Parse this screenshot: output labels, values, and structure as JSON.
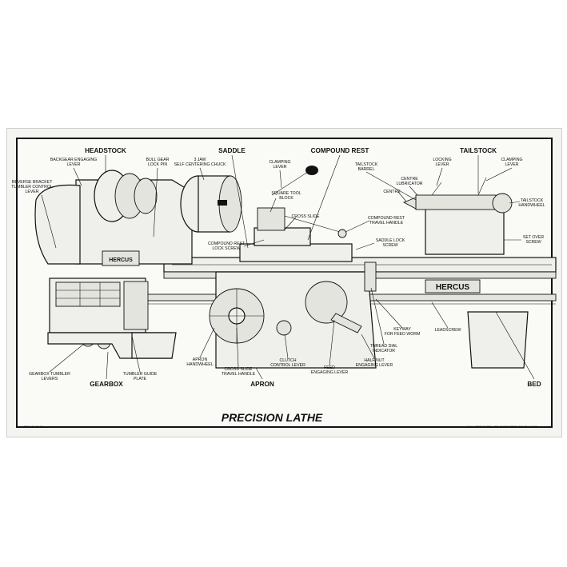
{
  "title": "PRECISION LATHE",
  "footer_right": "F.W. HERCUS PTY. LTD. THEBARTON SOUTH AUST.",
  "footer_left": "PR/L-S1 25-66",
  "brand": "HERCUS",
  "section_labels": {
    "headstock": "HEADSTOCK",
    "saddle": "SADDLE",
    "compound_rest": "COMPOUND REST",
    "tailstock": "TAILSTOCK",
    "gearbox": "GEARBOX",
    "apron": "APRON",
    "bed": "BED"
  },
  "callouts": {
    "backgear_engaging_lever": [
      "BACKGEAR ENGAGING",
      "LEVER"
    ],
    "bull_gear_lock_pin": [
      "BULL GEAR",
      "LOCK PIN"
    ],
    "self_centering_chuck": [
      "3 JAW",
      "SELF CENTERING CHUCK"
    ],
    "reverse_bracket": [
      "REVERSE BRACKET",
      "TUMBLER CONTROL",
      "LEVER"
    ],
    "clamping_lever_top": [
      "CLAMPING",
      "LEVER"
    ],
    "square_tool_block": [
      "SQUARE TOOL",
      "BLOCK"
    ],
    "cross_slide": [
      "CROSS SLIDE"
    ],
    "compound_rest_lock_screw": [
      "COMPOUND REST",
      "LOCK SCREW"
    ],
    "tailstock_barrel": [
      "TAILSTOCK",
      "BARREL"
    ],
    "centre_lubricator": [
      "CENTRE",
      "LUBRICATOR"
    ],
    "centre": [
      "CENTRE"
    ],
    "locking_lever": [
      "LOCKING",
      "LEVER"
    ],
    "clamping_lever_right": [
      "CLAMPING",
      "LEVER"
    ],
    "tailstock_handwheel": [
      "TAILSTOCK",
      "HANDWHEEL"
    ],
    "compound_rest_travel_handle": [
      "COMPOUND REST",
      "TRAVEL HANDLE"
    ],
    "saddle_lock_screw": [
      "SADDLE LOCK",
      "SCREW"
    ],
    "set_over_screw": [
      "SET OVER",
      "SCREW"
    ],
    "keyway_for_feed_worm": [
      "KEYWAY",
      "FOR FEED WORM"
    ],
    "leadscrew": [
      "LEADSCREW"
    ],
    "thread_dial_indicator": [
      "THREAD DIAL",
      "INDICATOR"
    ],
    "half_nut_engaging_lever": [
      "HALF NUT",
      "ENGAGING LEVER"
    ],
    "feed_engaging_lever": [
      "FEED",
      "ENGAGING LEVER"
    ],
    "clutch_control_lever": [
      "CLUTCH",
      "CONTROL LEVER"
    ],
    "cross_slide_travel_handle": [
      "CROSS SLIDE",
      "TRAVEL HANDLE"
    ],
    "apron_handwheel": [
      "APRON",
      "HANDWHEEL"
    ],
    "tumbler_guide_plate": [
      "TUMBLER GUIDE",
      "PLATE"
    ],
    "gearbox_tumbler_levers": [
      "GEARBOX TUMBLER",
      "LEVERS"
    ]
  }
}
